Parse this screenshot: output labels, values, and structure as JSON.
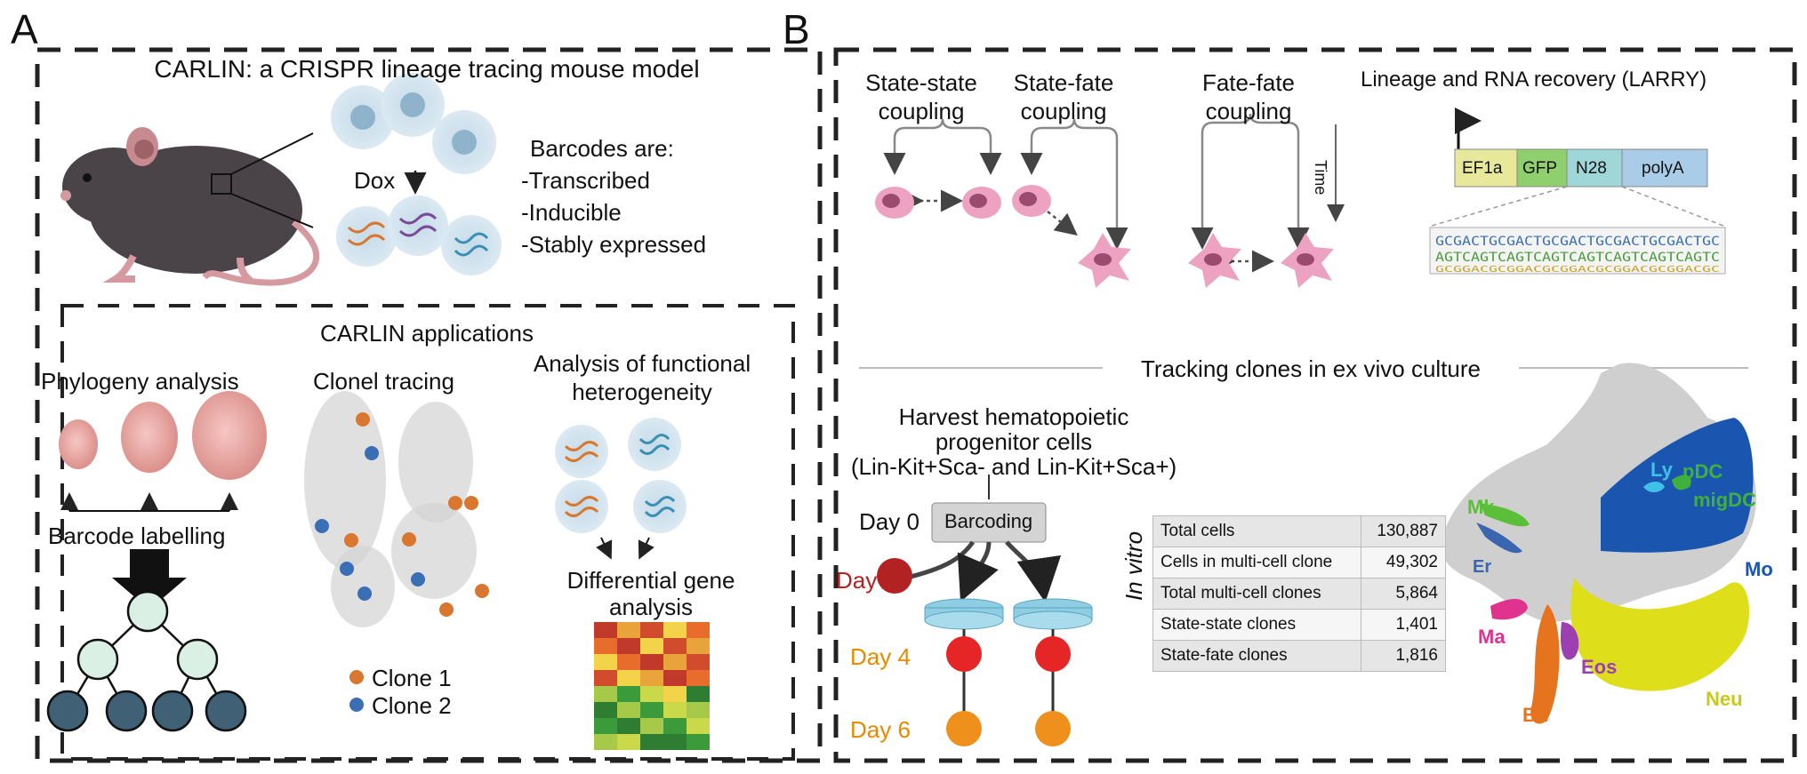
{
  "panel_a": {
    "letter": "A",
    "title": "CARLIN: a CRISPR lineage tracing mouse model",
    "dox": "Dox",
    "barcodes": [
      "Barcodes are:",
      "-Transcribed",
      "-Inducible",
      "-Stably expressed"
    ],
    "applications_title": "CARLIN applications",
    "phylogeny": "Phylogeny analysis",
    "barcode_labelling": "Barcode labelling",
    "clonel_tracing": "Clonel tracing",
    "clone1": "Clone 1",
    "clone2": "Clone 2",
    "functional": [
      "Analysis of functional",
      "heterogeneity"
    ],
    "differential": [
      "Differential gene",
      "analysis"
    ]
  },
  "panel_b": {
    "letter": "B",
    "couplings": [
      [
        "State-state",
        "coupling"
      ],
      [
        "State-fate",
        "coupling"
      ],
      [
        "Fate-fate",
        "coupling"
      ]
    ],
    "time": "Time",
    "larry_title": "Lineage and RNA recovery (LARRY)",
    "construct": [
      "EF1a",
      "GFP",
      "N28",
      "polyA"
    ],
    "tracking_title": "Tracking clones in ex vivo culture",
    "harvest": [
      "Harvest hematopoietic",
      "progenitor cells",
      "(Lin-Kit+Sca- and Lin-Kit+Sca+)"
    ],
    "day0": "Day 0",
    "barcoding": "Barcoding",
    "day2": "Day 2",
    "day4": "Day 4",
    "day6": "Day 6",
    "in_vitro": "In vitro",
    "stats": [
      {
        "label": "Total cells",
        "value": "130,887"
      },
      {
        "label": "Cells in multi-cell clone",
        "value": "49,302"
      },
      {
        "label": "Total multi-cell clones",
        "value": "5,864"
      },
      {
        "label": "State-state clones",
        "value": "1,401"
      },
      {
        "label": "State-fate clones",
        "value": "1,816"
      }
    ],
    "umap_labels": {
      "mk": "Mk",
      "er": "Er",
      "ma": "Ma",
      "ba": "Ba",
      "eos": "Eos",
      "ly": "Ly",
      "pdc": "pDC",
      "migdc": "migDC",
      "mo": "Mo",
      "neu": "Neu"
    }
  },
  "colors": {
    "clone1": "#d9772e",
    "clone2": "#3a6fb5",
    "day2": "#b22222",
    "day4": "#e63a0c",
    "day6": "#f0901c",
    "ef1a": "#e7e89a",
    "gfp": "#8fcf6d",
    "n28": "#9fd6d8",
    "polya": "#a9cde9"
  }
}
